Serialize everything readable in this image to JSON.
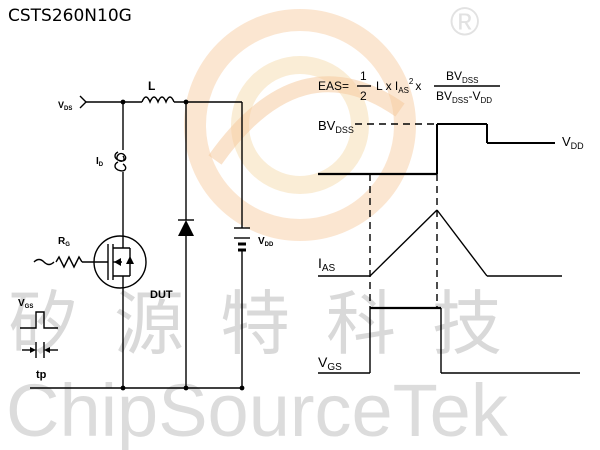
{
  "part_number": "CSTS260N10G",
  "watermark": {
    "cn": "矽源特科技",
    "en": "ChipSourceTek",
    "mark": "®"
  },
  "circuit": {
    "vds_label": [
      "V",
      "DS"
    ],
    "inductor_label": "L",
    "id_label": [
      "I",
      "D"
    ],
    "rg_label": [
      "R",
      "G"
    ],
    "dut_label": "DUT",
    "vdd_label": [
      "V",
      "DD"
    ],
    "vgs_label": [
      "V",
      "GS"
    ],
    "tp_label": "tp"
  },
  "equation": {
    "lhs": "EAS=",
    "frac1_num": "1",
    "frac1_den": "2",
    "mid_text": "L x I",
    "ias_sub": "AS",
    "ias_sup": "2",
    "times": "x",
    "frac2_num": "BV",
    "frac2_num_sub": "DSS",
    "frac2_den": "BV",
    "frac2_den_sub": "DSS",
    "frac2_den_minus": "-V",
    "frac2_den_sub2": "DD"
  },
  "waveforms": {
    "bvdss_label": [
      "BV",
      "DSS"
    ],
    "vdd_label": [
      "V",
      "DD"
    ],
    "ias_label": [
      "I",
      "AS"
    ],
    "vgs_label": [
      "V",
      "GS"
    ]
  },
  "colors": {
    "line": "#000000",
    "watermark": "#d9d9d9",
    "logo_orange": "#f6c79a"
  }
}
